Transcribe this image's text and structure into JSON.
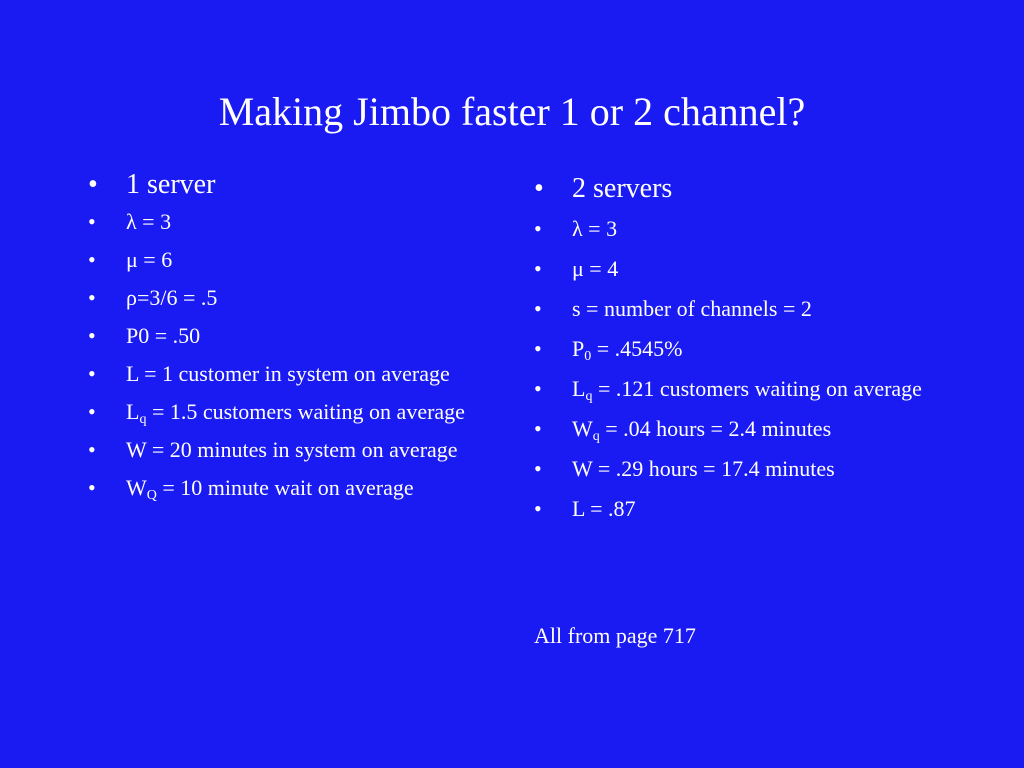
{
  "title": "Making Jimbo faster 1 or 2 channel?",
  "bullet_symbol": "•",
  "left": {
    "heading": "1 server",
    "lambda": "λ = 3",
    "mu": "μ = 6",
    "rho": "ρ=3/6 = .5",
    "p0": "P0 = .50",
    "l": "L = 1 customer in system on average",
    "lq_main": "L",
    "lq_sub": "q",
    "lq_rest": " = 1.5 customers waiting on average",
    "w": "W = 20 minutes in system on average",
    "wq_main": "W",
    "wq_sub": "Q",
    "wq_rest": " = 10 minute wait on average"
  },
  "right": {
    "heading": "2 servers",
    "lambda": "λ = 3",
    "mu": "μ = 4",
    "s": "s = number of channels = 2",
    "p0_main": "P",
    "p0_sub": "0",
    "p0_rest": " = .4545%",
    "lq_main": "L",
    "lq_sub": "q",
    "lq_rest": " = .121 customers waiting on average",
    "wq_main": "W",
    "wq_sub": "q",
    "wq_rest": " = .04 hours = 2.4 minutes",
    "w": "W = .29 hours = 17.4 minutes",
    "l": "L = .87"
  },
  "footnote": "All from page 717"
}
